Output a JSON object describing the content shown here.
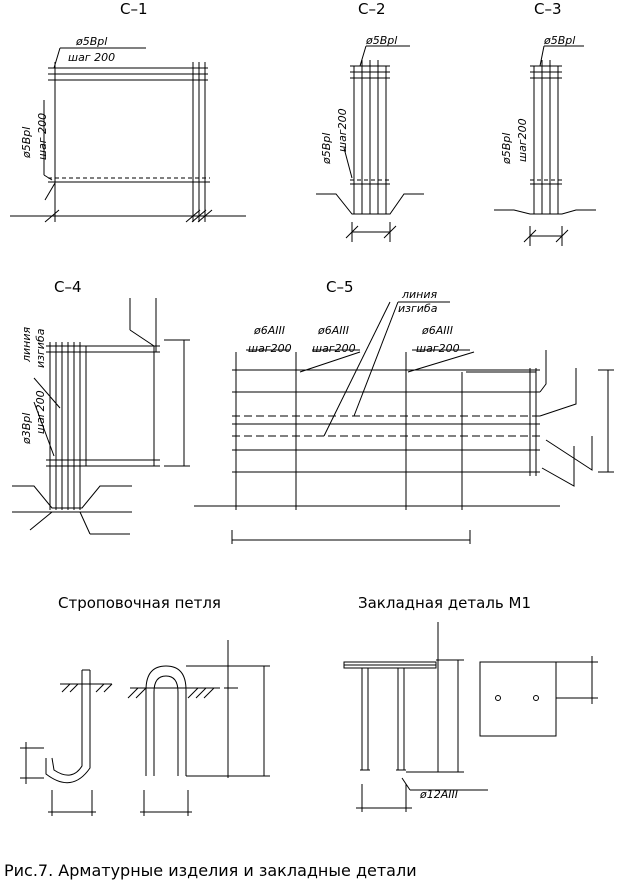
{
  "titles": {
    "c1": "С–1",
    "c2": "С–2",
    "c3": "С–3",
    "c4": "С–4",
    "c5": "С–5",
    "loop": "Строповочная петля",
    "embed": "Закладная деталь М1"
  },
  "labels": {
    "c1_top_bar": "ø5Bpl",
    "c1_top_step": "шаг 200",
    "c1_side_bar": "ø5Bpl",
    "c1_side_step": "шаг 200",
    "c2_top_bar": "ø5Bpl",
    "c2_side_bar": "ø5Bpl",
    "c2_side_step": "шаг200",
    "c3_top_bar": "ø5Bpl",
    "c3_side_bar": "ø5Bpl",
    "c3_side_step": "шаг200",
    "c4_bend_a": "линия",
    "c4_bend_b": "изгиба",
    "c4_bar": "ø3Bpl",
    "c4_step": "шаг200",
    "c5_bend_a": "линия",
    "c5_bend_b": "изгиба",
    "c5_bar1": "ø6AIII",
    "c5_step1": "шаг200",
    "c5_bar2": "ø6AIII",
    "c5_step2": "шаг200",
    "c5_bar3": "ø6AIII",
    "c5_step3": "шаг200",
    "m1_anchor": "ø12AIII"
  },
  "caption": "Рис.7.  Арматурные изделия и закладные детали",
  "colors": {
    "ink": "#000000",
    "paper": "#ffffff"
  }
}
